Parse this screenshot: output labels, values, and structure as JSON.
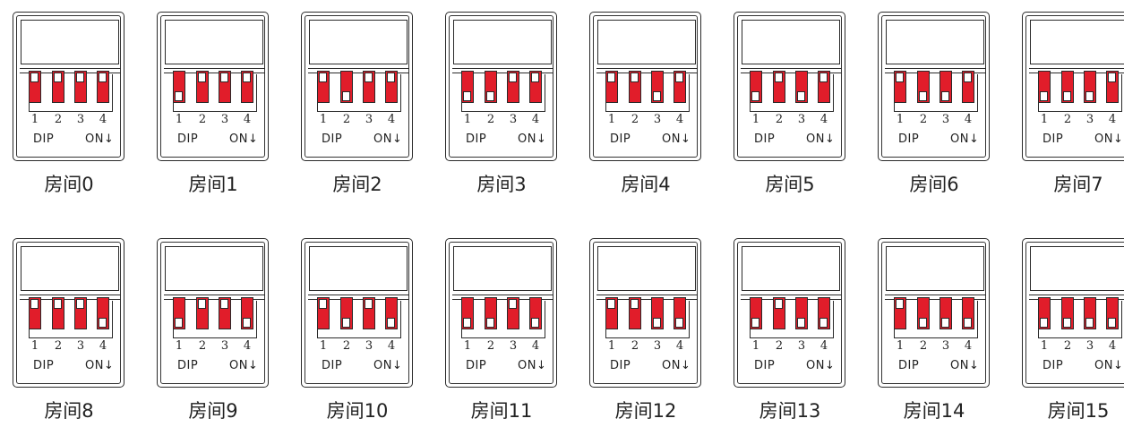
{
  "module": {
    "switch_numbers": [
      "1",
      "2",
      "3",
      "4"
    ],
    "dip_label": "DIP",
    "on_label": "ON↓"
  },
  "colors": {
    "switch_red": "#e11d2a",
    "outline": "#2a2a2a"
  },
  "rooms": [
    {
      "name": "房间0",
      "switches_on": [
        false,
        false,
        false,
        false
      ]
    },
    {
      "name": "房间1",
      "switches_on": [
        true,
        false,
        false,
        false
      ]
    },
    {
      "name": "房间2",
      "switches_on": [
        false,
        true,
        false,
        false
      ]
    },
    {
      "name": "房间3",
      "switches_on": [
        true,
        true,
        false,
        false
      ]
    },
    {
      "name": "房间4",
      "switches_on": [
        false,
        false,
        true,
        false
      ]
    },
    {
      "name": "房间5",
      "switches_on": [
        true,
        false,
        true,
        false
      ]
    },
    {
      "name": "房间6",
      "switches_on": [
        false,
        true,
        true,
        false
      ]
    },
    {
      "name": "房间7",
      "switches_on": [
        true,
        true,
        true,
        false
      ]
    },
    {
      "name": "房间8",
      "switches_on": [
        false,
        false,
        false,
        true
      ]
    },
    {
      "name": "房间9",
      "switches_on": [
        true,
        false,
        false,
        true
      ]
    },
    {
      "name": "房间10",
      "switches_on": [
        false,
        true,
        false,
        true
      ]
    },
    {
      "name": "房间11",
      "switches_on": [
        true,
        true,
        false,
        true
      ]
    },
    {
      "name": "房间12",
      "switches_on": [
        false,
        false,
        true,
        true
      ]
    },
    {
      "name": "房间13",
      "switches_on": [
        true,
        false,
        true,
        true
      ]
    },
    {
      "name": "房间14",
      "switches_on": [
        false,
        true,
        true,
        true
      ]
    },
    {
      "name": "房间15",
      "switches_on": [
        true,
        true,
        true,
        true
      ]
    }
  ]
}
